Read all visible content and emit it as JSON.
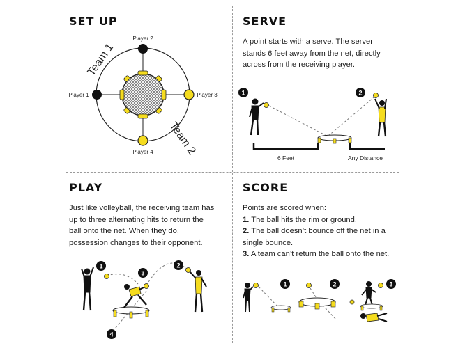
{
  "colors": {
    "yellow": "#f5dc1e",
    "black": "#111111",
    "gray": "#777777"
  },
  "setup": {
    "title": "SET UP",
    "player1": "Player 1",
    "player2": "Player 2",
    "player3": "Player 3",
    "player4": "Player 4",
    "team1": "Team 1",
    "team2": "Team 2"
  },
  "serve": {
    "title": "SERVE",
    "lines": [
      "A point starts with a serve. The server",
      "stands 6 feet away from the net, directly",
      "across from the receiving player."
    ],
    "distance_label": "6 Feet",
    "any_distance_label": "Any Distance",
    "marker1": "1",
    "marker2": "2"
  },
  "play": {
    "title": "PLAY",
    "lines": [
      "Just like volleyball, the receiving team has",
      "up to three alternating hits to return the",
      "ball onto the net. When they do,",
      "possession changes to their opponent."
    ],
    "markers": [
      "1",
      "2",
      "3",
      "4"
    ]
  },
  "score": {
    "title": "SCORE",
    "intro": "Points are scored when:",
    "items": [
      {
        "num": "1.",
        "text": "The ball hits the rim or ground."
      },
      {
        "num": "2.",
        "text": "The ball doesn’t bounce off the net in a",
        "cont": "single bounce."
      },
      {
        "num": "3.",
        "text": "A team can’t return the ball onto the net."
      }
    ],
    "markers": [
      "1",
      "2",
      "3"
    ]
  }
}
